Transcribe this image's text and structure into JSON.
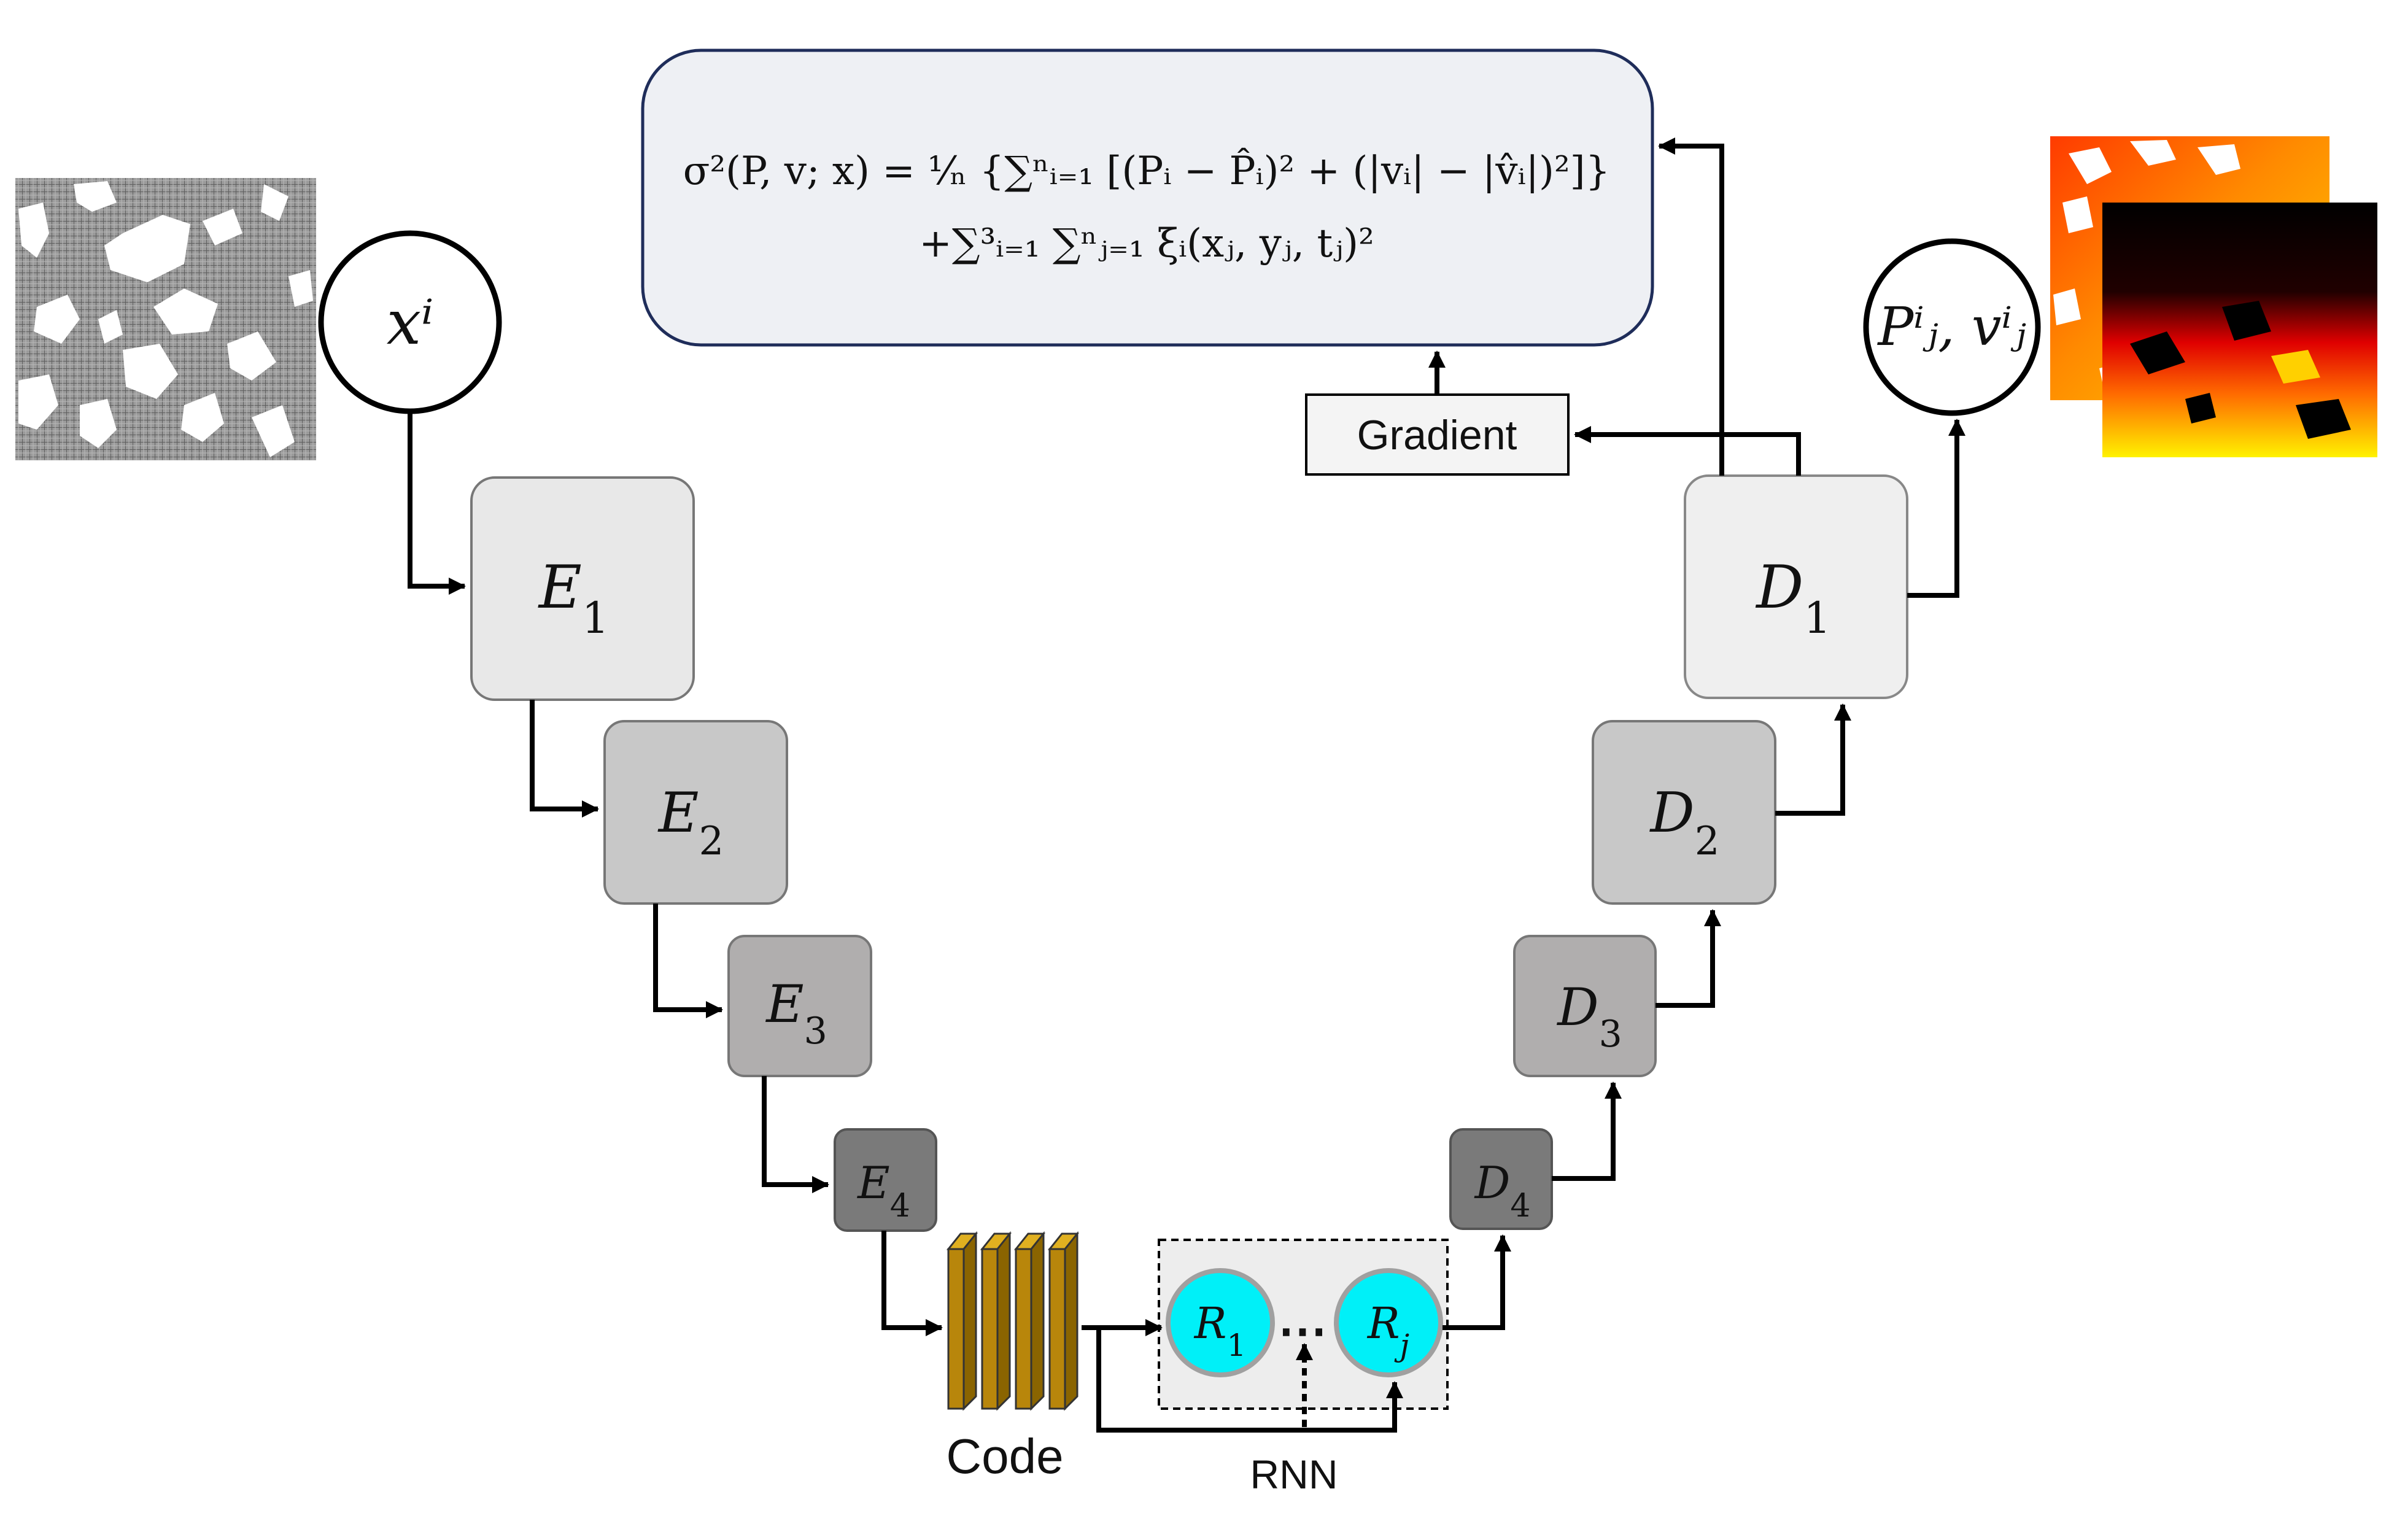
{
  "equation": {
    "line1": "σ²(P, v; x) = ¹⁄ₙ {∑ⁿᵢ₌₁ [(Pᵢ − P̂ᵢ)² + (|vᵢ| − |v̂ᵢ|)²]}",
    "line2": "+∑³ᵢ₌₁ ∑ⁿⱼ₌₁ ξᵢ(xⱼ, yⱼ, tⱼ)²"
  },
  "nodes": {
    "input": "xⁱ",
    "output": "Pⁱⱼ, vⁱⱼ"
  },
  "encoders": [
    {
      "base": "E",
      "sub": "1",
      "fill": "#e8e8e8"
    },
    {
      "base": "E",
      "sub": "2",
      "fill": "#c8c8c8"
    },
    {
      "base": "E",
      "sub": "3",
      "fill": "#b0aeae"
    },
    {
      "base": "E",
      "sub": "4",
      "fill": "#7a7a7a"
    }
  ],
  "decoders": [
    {
      "base": "D",
      "sub": "1",
      "fill": "#efefef"
    },
    {
      "base": "D",
      "sub": "2",
      "fill": "#c8c8c8"
    },
    {
      "base": "D",
      "sub": "3",
      "fill": "#b0aeae"
    },
    {
      "base": "D",
      "sub": "4",
      "fill": "#7a7a7a"
    }
  ],
  "rnn": {
    "label": "RNN",
    "cells": [
      {
        "base": "R",
        "sub": "1"
      },
      {
        "base": "R",
        "sub": "j"
      }
    ],
    "ellipsis": "⋯"
  },
  "labels": {
    "code": "Code",
    "gradient": "Gradient"
  },
  "colors": {
    "equation_border": "#1f2d5a",
    "equation_fill": "#eef0f4",
    "rnn_cell": "#00f0f8",
    "code_block": "#b8860b",
    "arrow": "#000000"
  }
}
